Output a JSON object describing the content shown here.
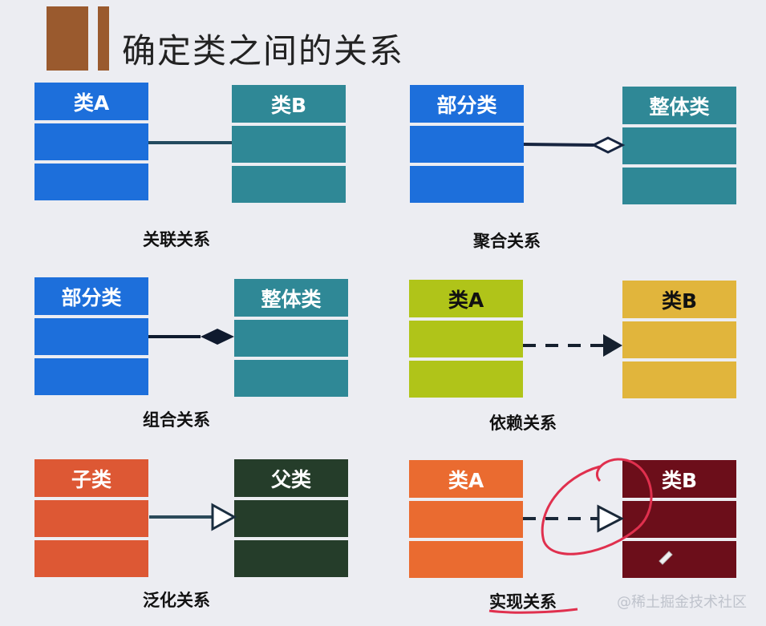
{
  "title": "确定类之间的关系",
  "watermark": "@稀土掘金技术社区",
  "cells": [
    {
      "left": {
        "label": "类A",
        "color": "#1d6fdb"
      },
      "right": {
        "label": "类B",
        "color": "#2f8896"
      },
      "caption": "关联关系",
      "relation": "association"
    },
    {
      "left": {
        "label": "部分类",
        "color": "#1d6fdb"
      },
      "right": {
        "label": "整体类",
        "color": "#2f8896"
      },
      "caption": "聚合关系",
      "relation": "aggregation"
    },
    {
      "left": {
        "label": "部分类",
        "color": "#1d6fdb"
      },
      "right": {
        "label": "整体类",
        "color": "#2f8896"
      },
      "caption": "组合关系",
      "relation": "composition"
    },
    {
      "left": {
        "label": "类A",
        "color": "#b0c419"
      },
      "right": {
        "label": "类B",
        "color": "#e1b53c"
      },
      "caption": "依赖关系",
      "relation": "dependency"
    },
    {
      "left": {
        "label": "子类",
        "color": "#dd5834"
      },
      "right": {
        "label": "父类",
        "color": "#253d2a"
      },
      "caption": "泛化关系",
      "relation": "generalization"
    },
    {
      "left": {
        "label": "类A",
        "color": "#ea6b30"
      },
      "right": {
        "label": "类B",
        "color": "#6c0e1a"
      },
      "caption": "实现关系",
      "relation": "realization"
    }
  ]
}
